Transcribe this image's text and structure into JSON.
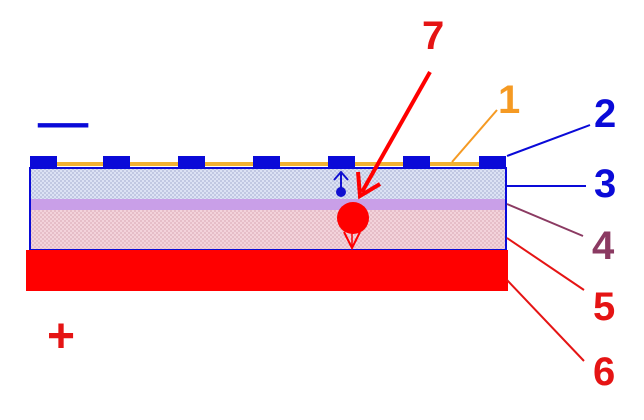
{
  "polarity": {
    "negative": "—",
    "positive": "+"
  },
  "callouts": [
    {
      "id": "1",
      "text": "1",
      "color": "#F59A23"
    },
    {
      "id": "2",
      "text": "2",
      "color": "#0A0AD8"
    },
    {
      "id": "3",
      "text": "3",
      "color": "#0A0AD8"
    },
    {
      "id": "4",
      "text": "4",
      "color": "#8B3A62"
    },
    {
      "id": "5",
      "text": "5",
      "color": "#E51414"
    },
    {
      "id": "6",
      "text": "6",
      "color": "#E51414"
    },
    {
      "id": "7",
      "text": "7",
      "color": "#E51414"
    }
  ],
  "colors": {
    "electrode_blue": "#0A0AD8",
    "coating_gold": "#F2B233",
    "layer_n_fill": "#DDE2F2",
    "junction_purple": "#C79BE6",
    "layer_p_fill": "#F2D2DA",
    "base_red": "#FF0000",
    "hole_red": "#FF0000",
    "electron_blue": "#1010D0",
    "line_purple": "#8B3A62",
    "line_orange": "#F59A23",
    "line_red": "#E51414"
  }
}
